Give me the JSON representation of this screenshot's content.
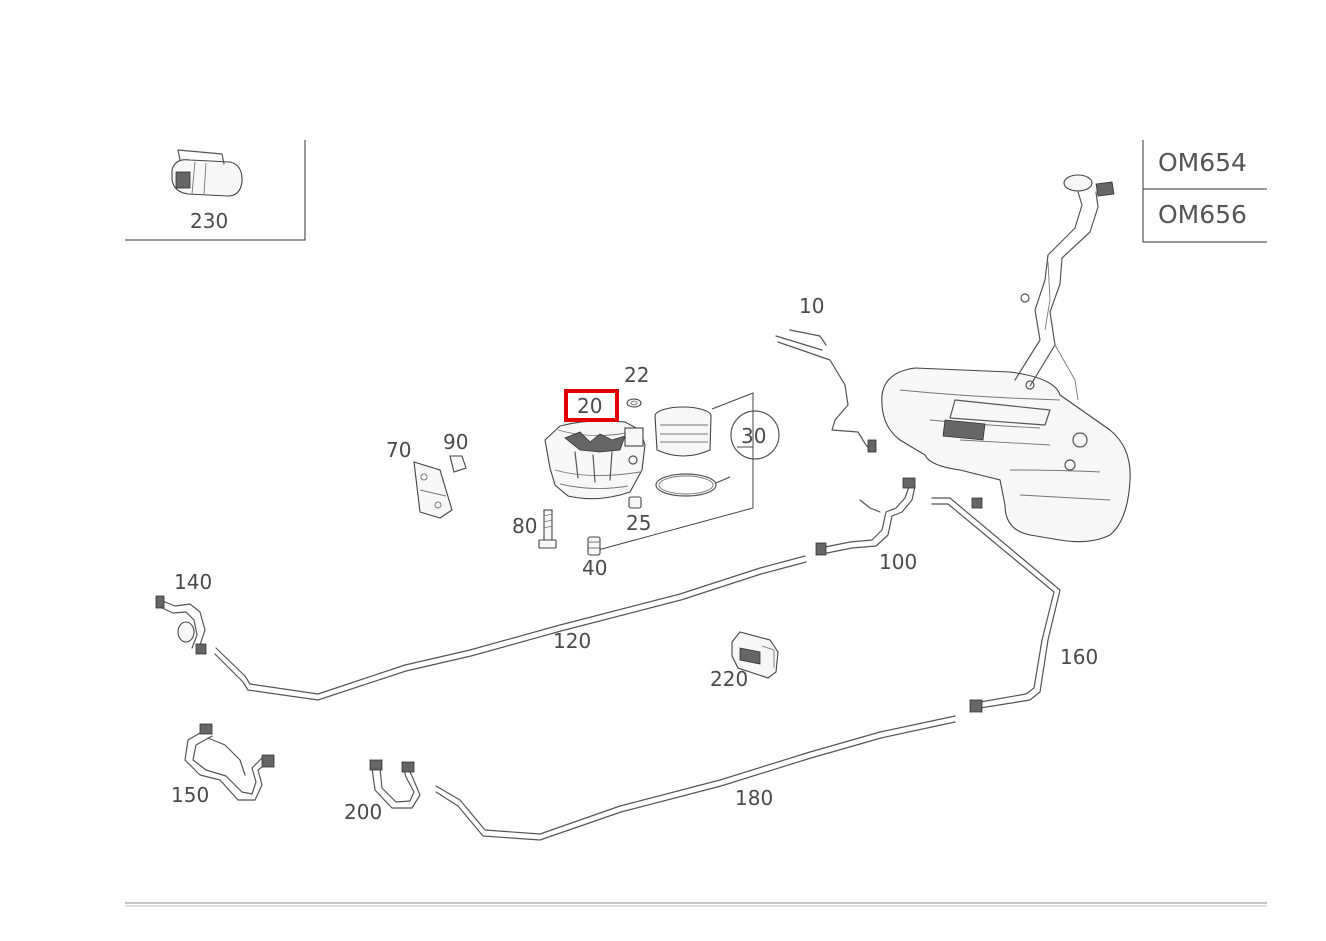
{
  "engine_codes": [
    "OM654",
    "OM656"
  ],
  "callouts": {
    "p10": "10",
    "p20": "20",
    "p22": "22",
    "p25": "25",
    "p30": "30",
    "p40": "40",
    "p70": "70",
    "p80": "80",
    "p90": "90",
    "p100": "100",
    "p120": "120",
    "p140": "140",
    "p150": "150",
    "p160": "160",
    "p180": "180",
    "p200": "200",
    "p220": "220",
    "p230": "230"
  },
  "highlighted_part": "20",
  "colors": {
    "highlight": "#e00000",
    "line": "#555555",
    "text": "#4a4a4a"
  }
}
